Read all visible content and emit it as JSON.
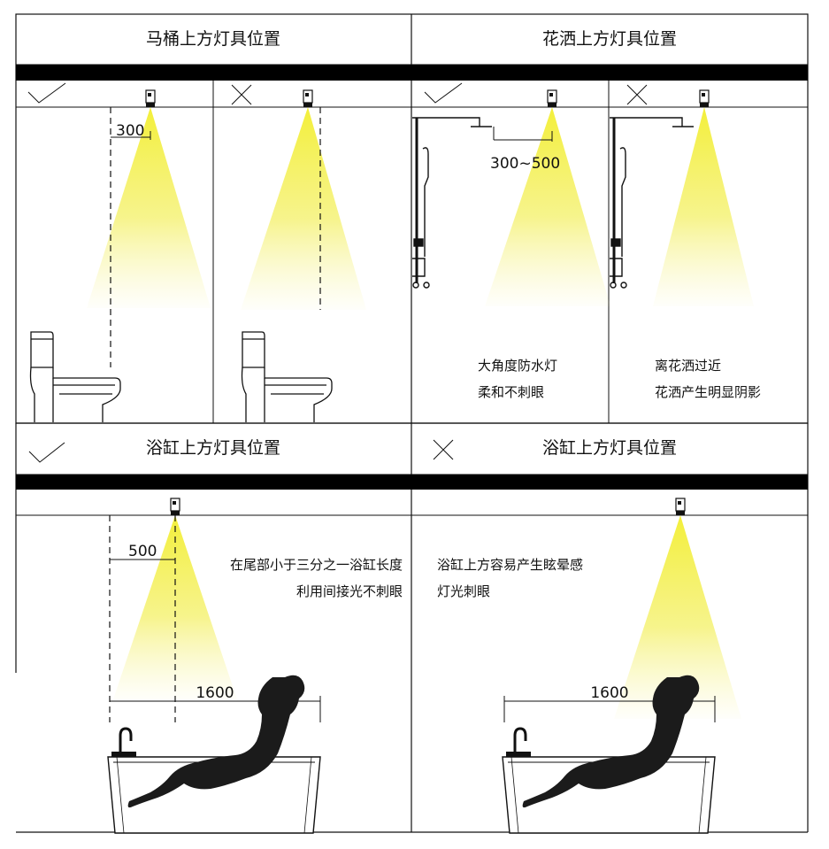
{
  "panels": {
    "toilet_title": "马桶上方灯具位置",
    "shower_title": "花洒上方灯具位置",
    "bath_good_title": "浴缸上方灯具位置",
    "bath_bad_title": "浴缸上方灯具位置"
  },
  "dimensions": {
    "toilet_offset": "300",
    "shower_offset": "300~500",
    "bath_offset": "500",
    "bath_length_left": "1600",
    "bath_length_right": "1600"
  },
  "notes": {
    "shower_good_line1": "大角度防水灯",
    "shower_good_line2": "柔和不刺眼",
    "shower_bad_line1": "离花洒过近",
    "shower_bad_line2": "花洒产生明显阴影",
    "bath_good_line1": "在尾部小于三分之一浴缸长度",
    "bath_good_line2": "利用间接光不刺眼",
    "bath_bad_line1": "浴缸上方容易产生眩晕感",
    "bath_bad_line2": "灯光刺眼"
  },
  "marks": {
    "good": "check-icon",
    "bad": "cross-icon"
  },
  "colors": {
    "light_beam": "#f3ef3a",
    "line": "#111111",
    "band": "#000000"
  }
}
